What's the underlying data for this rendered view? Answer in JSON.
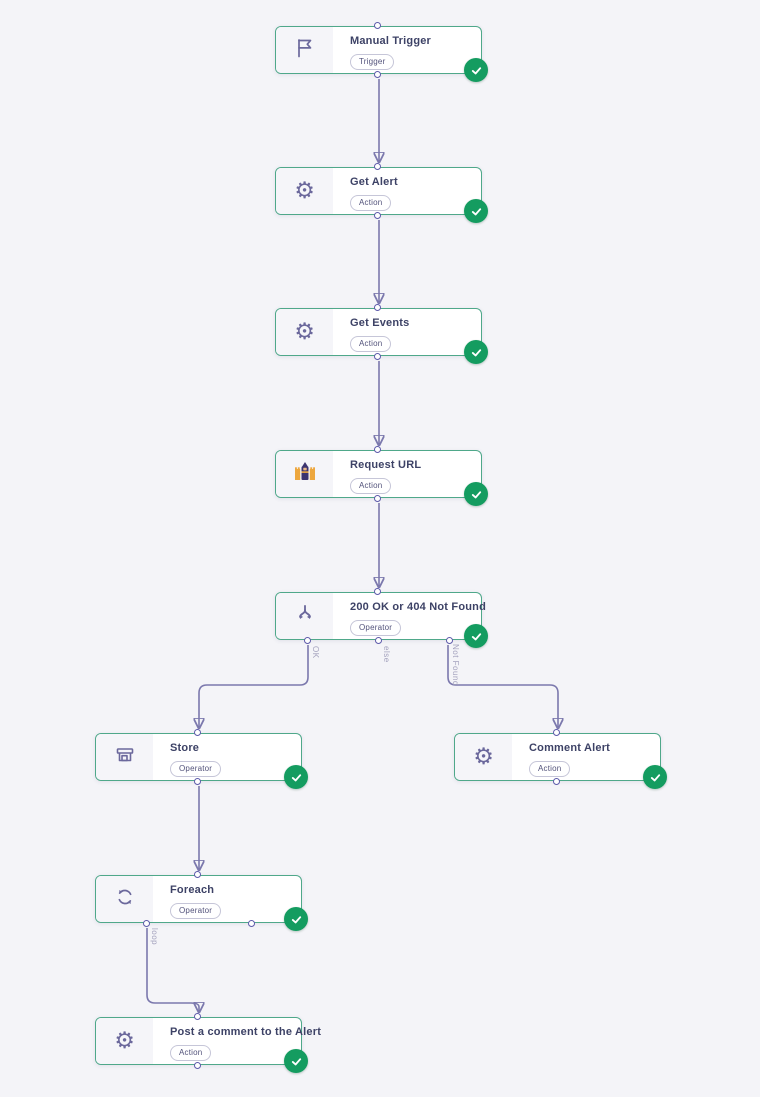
{
  "app": {
    "view": "workflow-canvas"
  },
  "colors": {
    "canvas_background": "#f4f4f8",
    "node_border": "#4fa88a",
    "node_icon_panel": "#f5f5f9",
    "title_text": "#3d4266",
    "success_badge": "#149c60",
    "edge": "#7b78ad",
    "port_border": "#5e5bab",
    "icon": "#6b689c"
  },
  "icons": {
    "gear_glyph": "⚙"
  },
  "nodes": [
    {
      "id": "manual-trigger",
      "title": "Manual Trigger",
      "badge": "Trigger",
      "icon": "flag-icon",
      "status": "success"
    },
    {
      "id": "get-alert",
      "title": "Get Alert",
      "badge": "Action",
      "icon": "gear-icon",
      "status": "success"
    },
    {
      "id": "get-events",
      "title": "Get Events",
      "badge": "Action",
      "icon": "gear-icon",
      "status": "success"
    },
    {
      "id": "request-url",
      "title": "Request URL",
      "badge": "Action",
      "icon": "wizard-app-icon",
      "status": "success"
    },
    {
      "id": "branch",
      "title": "200 OK or 404 Not Found",
      "badge": "Operator",
      "icon": "branch-split-icon",
      "status": "success"
    },
    {
      "id": "store",
      "title": "Store",
      "badge": "Operator",
      "icon": "storefront-icon",
      "status": "success"
    },
    {
      "id": "comment-alert",
      "title": "Comment Alert",
      "badge": "Action",
      "icon": "gear-icon",
      "status": "success"
    },
    {
      "id": "foreach",
      "title": "Foreach",
      "badge": "Operator",
      "icon": "loop-icon",
      "status": "success"
    },
    {
      "id": "post-comment",
      "title": "Post a comment to the Alert",
      "badge": "Action",
      "icon": "gear-icon",
      "status": "success"
    }
  ],
  "edges": [
    {
      "from": "manual-trigger",
      "to": "get-alert"
    },
    {
      "from": "get-alert",
      "to": "get-events"
    },
    {
      "from": "get-events",
      "to": "request-url"
    },
    {
      "from": "request-url",
      "to": "branch"
    },
    {
      "from": "branch",
      "to": "store",
      "label": "OK"
    },
    {
      "from": "branch",
      "to": null,
      "label": "else"
    },
    {
      "from": "branch",
      "to": "comment-alert",
      "label": "Not Found"
    },
    {
      "from": "store",
      "to": "foreach"
    },
    {
      "from": "foreach",
      "to": "post-comment",
      "label": "loop"
    }
  ]
}
